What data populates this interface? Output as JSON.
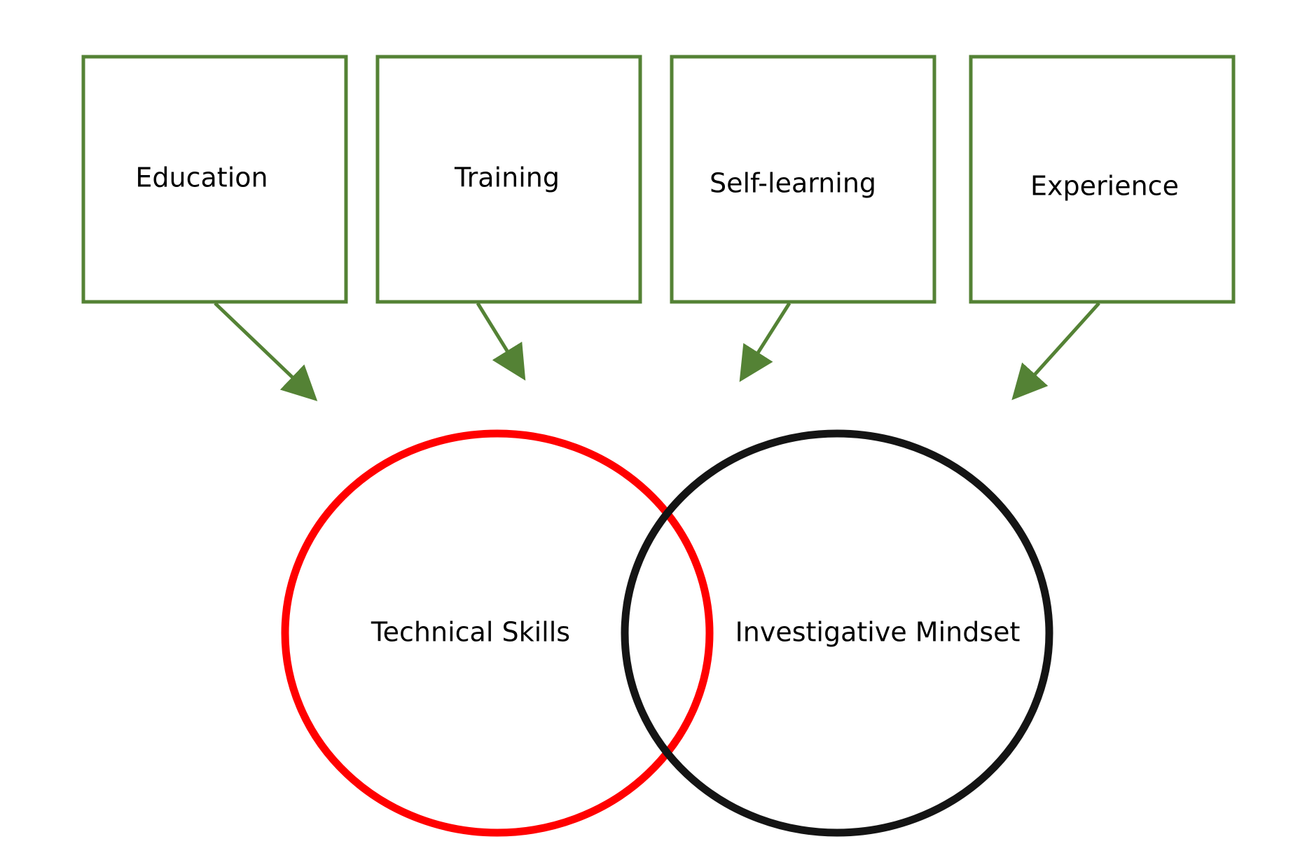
{
  "colors": {
    "box_border": "#548235",
    "arrow": "#548235",
    "circle_left": "#ff0000",
    "circle_right": "#141414",
    "text": "#000000",
    "background": "#ffffff"
  },
  "sources": [
    {
      "label": "Education"
    },
    {
      "label": "Training"
    },
    {
      "label": "Self-learning"
    },
    {
      "label": "Experience"
    }
  ],
  "circles": [
    {
      "label": "Technical Skills"
    },
    {
      "label": "Investigative Mindset"
    }
  ]
}
